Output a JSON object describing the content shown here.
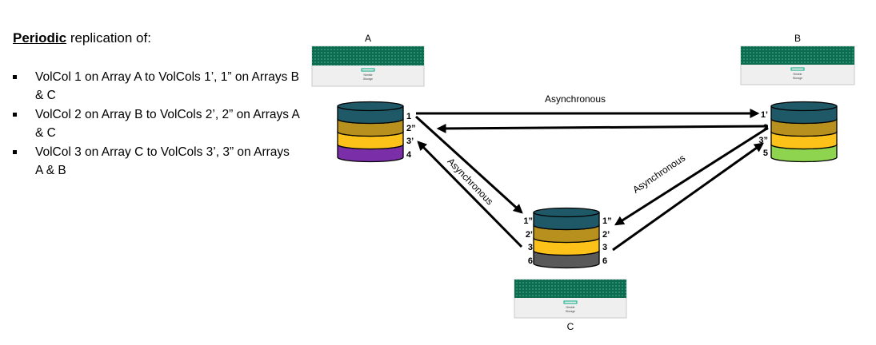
{
  "heading": {
    "emphasis": "Periodic",
    "rest": " replication of:"
  },
  "bullets": [
    "VolCol 1 on Array A to VolCols 1’, 1” on Arrays B & C",
    "VolCol 2 on Array B to VolCols 2’, 2” on Arrays A & C",
    "VolCol 3 on Array C to VolCols 3’, 3” on Arrays A & B"
  ],
  "arrays": {
    "A": {
      "label": "A",
      "brand_line1": "Nimble",
      "brand_line2": "Storage"
    },
    "B": {
      "label": "B",
      "brand_line1": "Nimble",
      "brand_line2": "Storage"
    },
    "C": {
      "label": "C",
      "brand_line1": "Nimble",
      "brand_line2": "Storage"
    }
  },
  "stacks": {
    "A": {
      "labels": [
        "1",
        "2”",
        "3’",
        "4"
      ],
      "colors": [
        "#1f5866",
        "#b8901d",
        "#fcc21a",
        "#7a2fa8"
      ]
    },
    "B": {
      "labels": [
        "1’",
        "2",
        "3”",
        "5"
      ],
      "colors": [
        "#1f5866",
        "#b8901d",
        "#fcc21a",
        "#8fd44e"
      ]
    },
    "C": {
      "labels_left": [
        "1”",
        "2’",
        "3",
        "6"
      ],
      "labels_right": [
        "1”",
        "2’",
        "3",
        "6"
      ],
      "colors": [
        "#1f5866",
        "#b8901d",
        "#fcc21a",
        "#595959"
      ]
    }
  },
  "links": {
    "ab": "Asynchronous",
    "ac": "Asynchronous",
    "bc": "Asynchronous"
  },
  "colors": {
    "chassis_green": "#157a5c",
    "chassis_gray": "#efefef",
    "accent": "#01a982"
  }
}
